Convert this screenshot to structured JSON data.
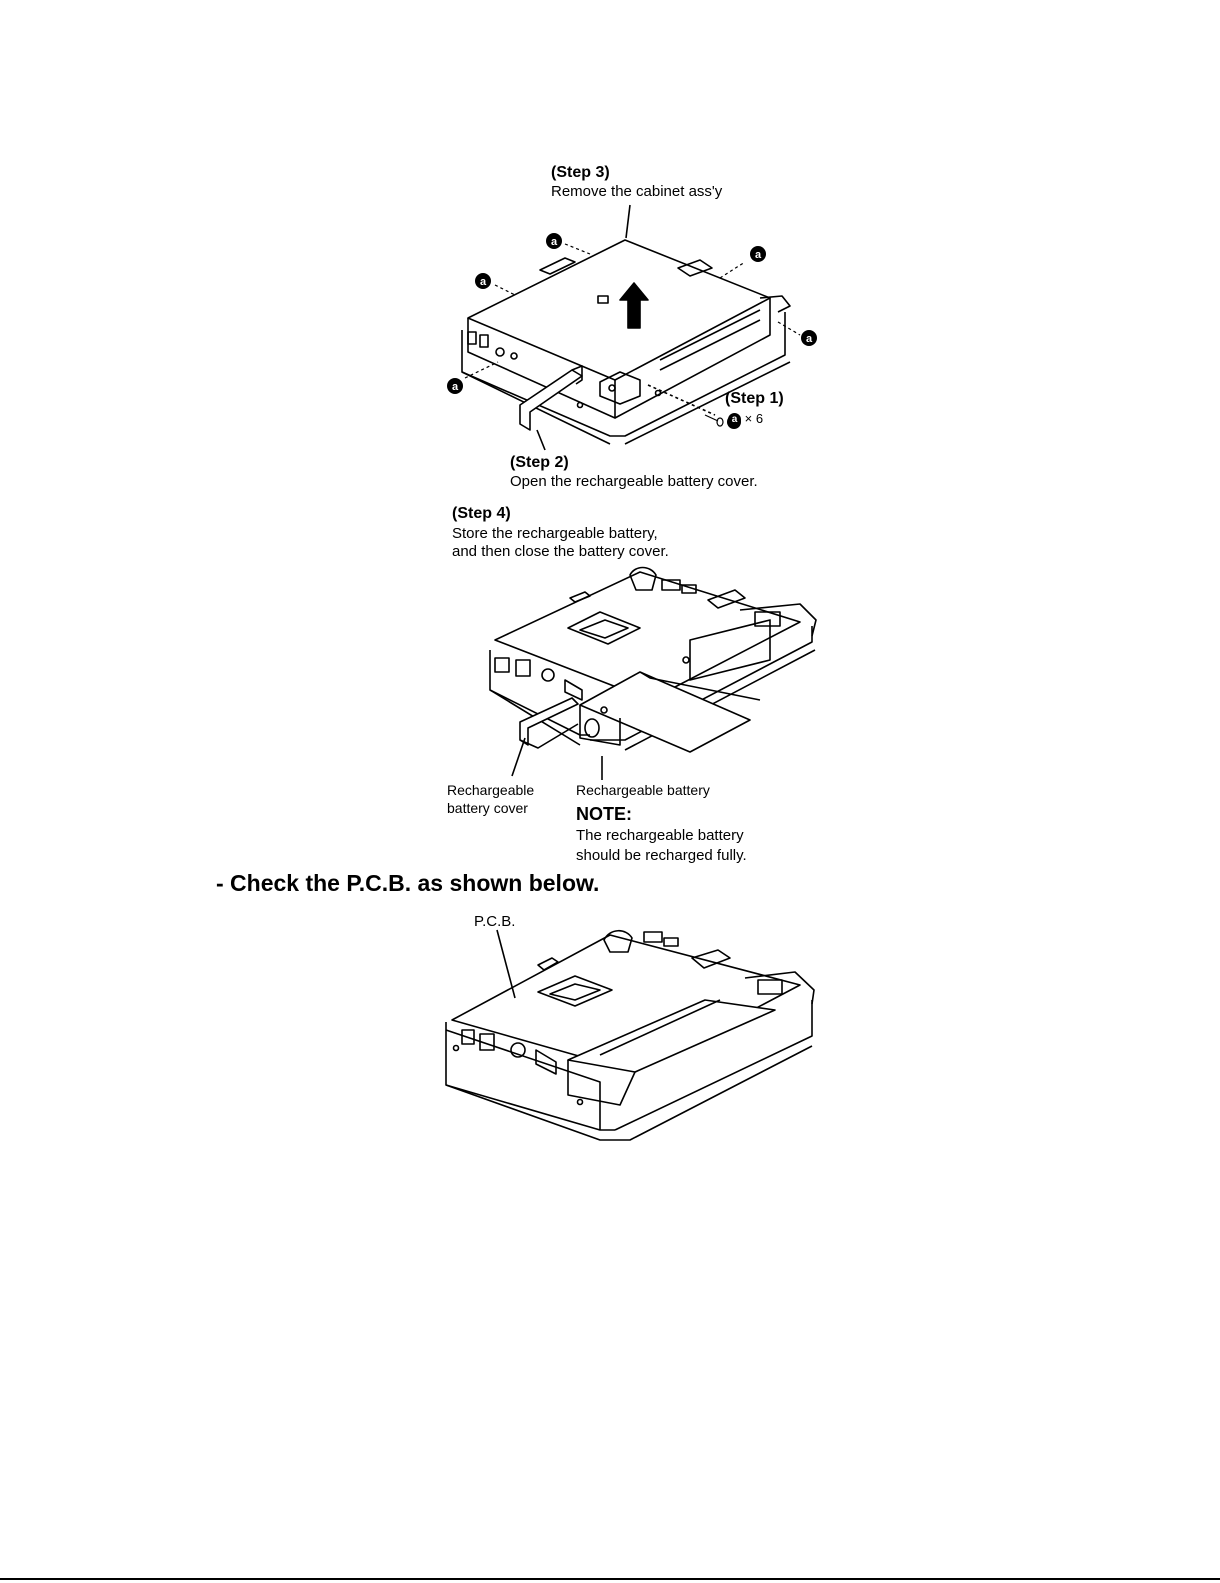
{
  "figure1": {
    "step3_title": "(Step 3)",
    "step3_text": "Remove the cabinet ass'y",
    "step1_title": "(Step 1)",
    "step1_screw": "a",
    "step1_count": "× 6",
    "step2_title": "(Step 2)",
    "step2_text": "Open the rechargeable battery cover.",
    "screw_marker": "a"
  },
  "figure2": {
    "step4_title": "(Step 4)",
    "step4_line1": "Store the rechargeable battery,",
    "step4_line2": "and then close the battery cover.",
    "cover_label_line1": "Rechargeable",
    "cover_label_line2": "battery cover",
    "battery_label": "Rechargeable battery",
    "note_title": "NOTE:",
    "note_line1": "The rechargeable battery",
    "note_line2": "should be recharged fully."
  },
  "section": {
    "heading": "- Check the P.C.B. as shown below."
  },
  "figure3": {
    "pcb_label": "P.C.B."
  }
}
